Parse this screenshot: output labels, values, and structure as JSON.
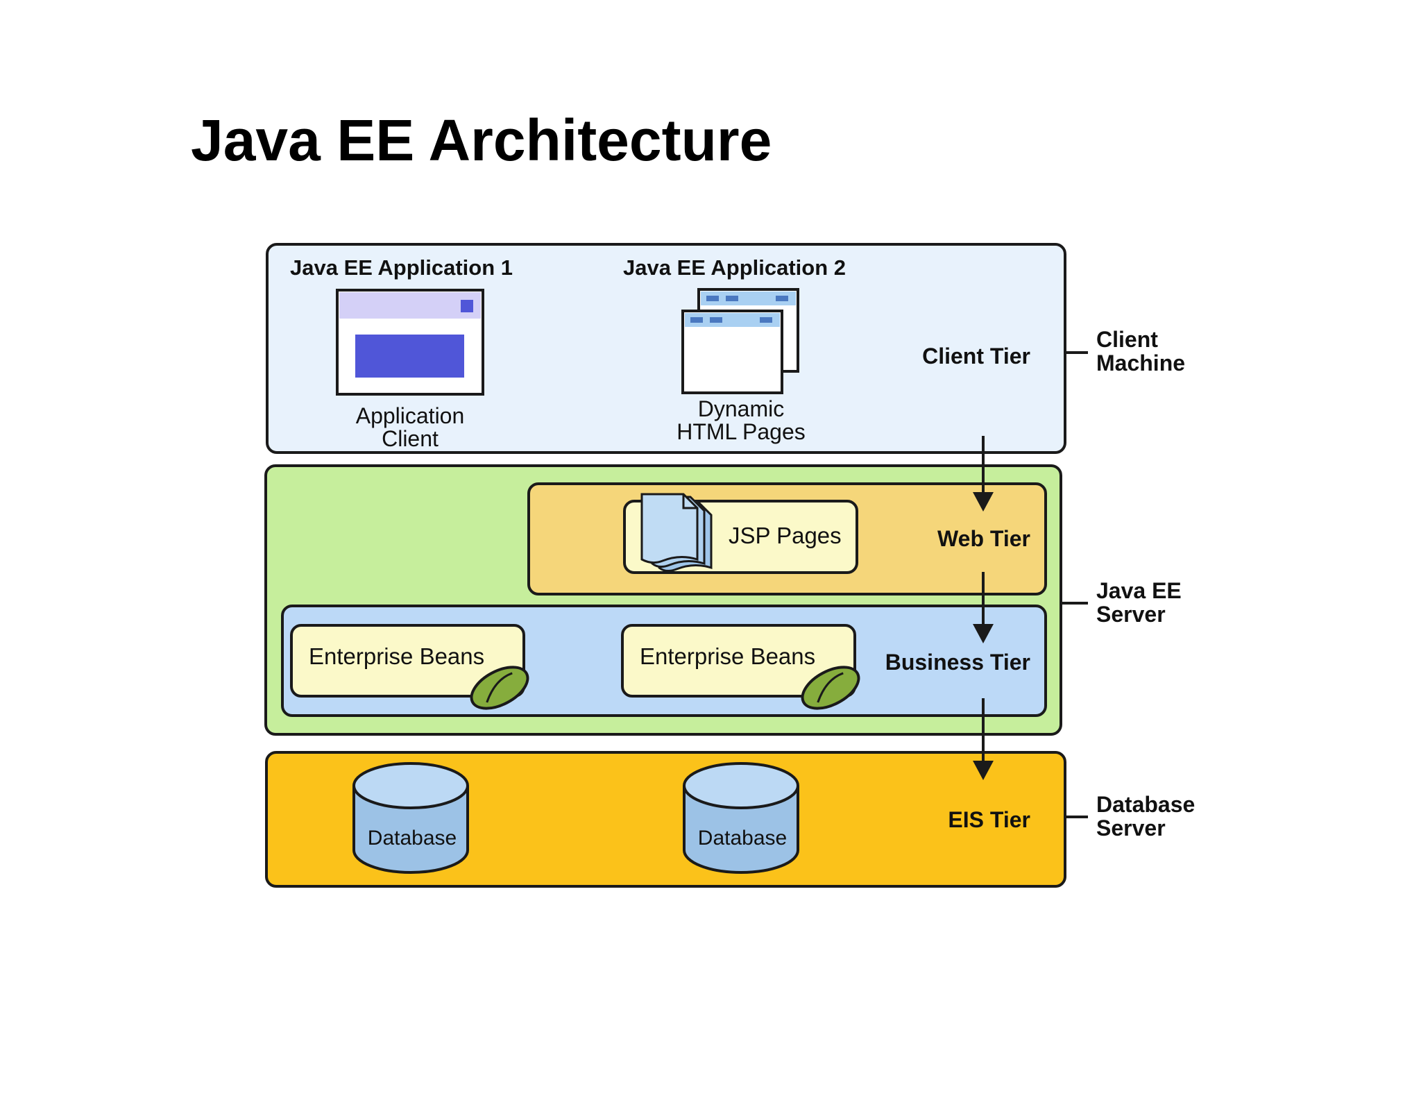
{
  "title": "Java EE Architecture",
  "client_tier": {
    "app1_title": "Java EE Application 1",
    "app2_title": "Java EE Application 2",
    "app_client_line1": "Application",
    "app_client_line2": "Client",
    "dynamic_line1": "Dynamic",
    "dynamic_line2": "HTML Pages",
    "tier_label": "Client Tier"
  },
  "web_tier": {
    "jsp_label": "JSP Pages",
    "tier_label": "Web Tier"
  },
  "business_tier": {
    "bean1_label": "Enterprise Beans",
    "bean2_label": "Enterprise Beans",
    "tier_label": "Business Tier"
  },
  "eis_tier": {
    "db1_label": "Database",
    "db2_label": "Database",
    "tier_label": "EIS Tier"
  },
  "machines": {
    "client_line1": "Client",
    "client_line2": "Machine",
    "server_line1": "Java EE",
    "server_line2": "Server",
    "db_line1": "Database",
    "db_line2": "Server"
  },
  "colors": {
    "client_bg": "#e8f2fc",
    "server_bg": "#c6ee9c",
    "web_bg": "#f5d67a",
    "business_bg": "#bcd9f7",
    "eis_bg": "#fbc21a",
    "component_bg": "#fbf9c9",
    "db_blue": "#9cc2e6",
    "bean_green": "#86ad3d"
  }
}
